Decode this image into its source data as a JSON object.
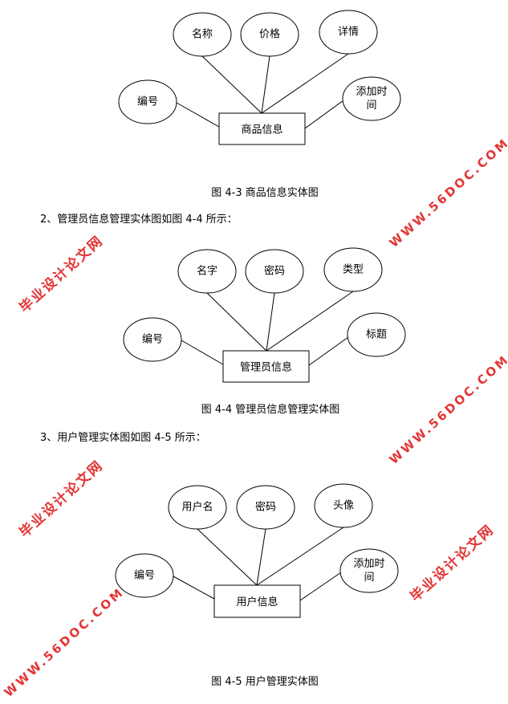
{
  "diagrams": [
    {
      "entity": "商品信息",
      "attributes": [
        "名称",
        "价格",
        "详情",
        "编号",
        "添加时间"
      ],
      "caption": "图 4-3 商品信息实体图"
    },
    {
      "entity": "管理员信息",
      "attributes": [
        "名字",
        "密码",
        "类型",
        "编号",
        "标题"
      ],
      "caption": "图 4-4 管理员信息管理实体图"
    },
    {
      "entity": "用户信息",
      "attributes": [
        "用户名",
        "密码",
        "头像",
        "编号",
        "添加时间"
      ],
      "caption": "图 4-5 用户管理实体图"
    }
  ],
  "paragraphs": [
    "2、管理员信息管理实体图如图 4-4 所示：",
    "3、用户管理实体图如图 4-5 所示："
  ],
  "watermark": {
    "cn": "毕业设计论文网",
    "url": "WWW.56DOC.COM",
    "color": "#e02020"
  }
}
